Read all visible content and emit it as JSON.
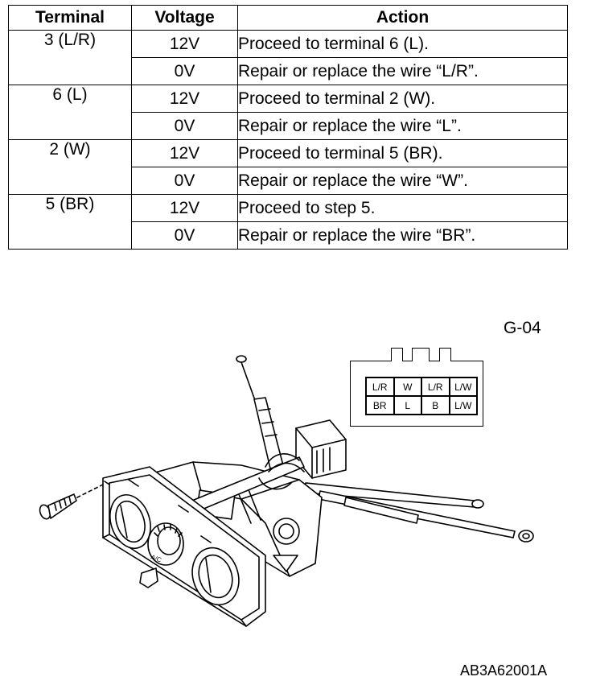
{
  "table": {
    "headers": [
      "Terminal",
      "Voltage",
      "Action"
    ],
    "groups": [
      {
        "terminal": "3 (L/R)",
        "rows": [
          {
            "voltage": "12V",
            "action": "Proceed to terminal 6 (L)."
          },
          {
            "voltage": "0V",
            "action": "Repair or replace the wire “L/R”."
          }
        ]
      },
      {
        "terminal": "6 (L)",
        "rows": [
          {
            "voltage": "12V",
            "action": "Proceed to terminal 2 (W)."
          },
          {
            "voltage": "0V",
            "action": "Repair or replace the wire “L”."
          }
        ]
      },
      {
        "terminal": "2 (W)",
        "rows": [
          {
            "voltage": "12V",
            "action": "Proceed to terminal 5 (BR)."
          },
          {
            "voltage": "0V",
            "action": "Repair or replace the wire “W”."
          }
        ]
      },
      {
        "terminal": "5 (BR)",
        "rows": [
          {
            "voltage": "12V",
            "action": "Proceed to step 5."
          },
          {
            "voltage": "0V",
            "action": "Repair or replace the wire “BR”."
          }
        ]
      }
    ]
  },
  "figure": {
    "code": "G-04",
    "id": "AB3A62001A",
    "connector_pins": [
      "L/R",
      "W",
      "L/R",
      "L/W",
      "BR",
      "L",
      "B",
      "L/W"
    ],
    "knob_label": "A/C"
  }
}
